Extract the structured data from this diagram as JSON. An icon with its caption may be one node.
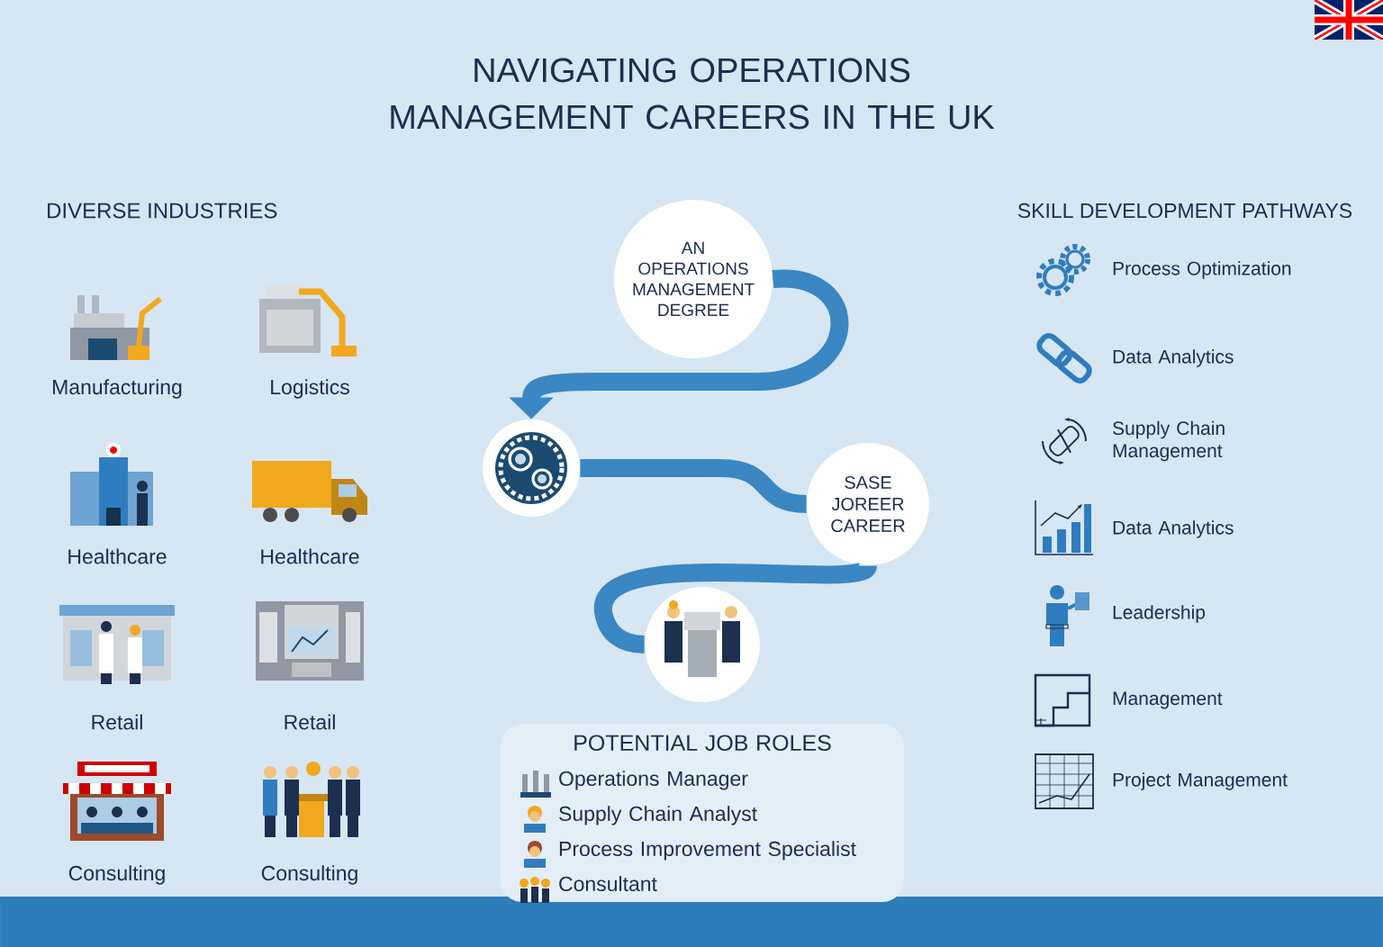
{
  "diagram": {
    "title": "NAVIGATING OPERATIONS MANAGEMENT CAREERS IN THE UK",
    "nodes": [
      {
        "text": [
          "AN OPERATIONS MANAGEMENT DEGREE"
        ]
      },
      {
        "text": [],
        "shape": "picture"
      },
      {
        "text": [
          "SASE JOREER CAREER"
        ]
      },
      {
        "text": [],
        "shape": "picture"
      },
      {
        "text": [
          "POTENTIAL JOB ROLES",
          "Operations Manager",
          "Supply Chain Analyst",
          "Process Improvement Specialist",
          "Consultant"
        ]
      }
    ],
    "edges": [
      {
        "from": 0,
        "to": 1,
        "arrow": "to"
      },
      {
        "from": 1,
        "to": 2,
        "arrow": "none"
      },
      {
        "from": 2,
        "to": 3,
        "arrow": "none"
      }
    ],
    "labels": [
      "DIVERSE INDUSTRIES",
      "Manufacturing",
      "Logistics",
      "Healthcare",
      "Healthcare",
      "Retail",
      "Retail",
      "Consulting",
      "Consulting",
      "SKILL DEVELOPMENT PATHWAYS",
      "Process Optimization",
      "Data Analytics",
      "Supply Chain Management",
      "Data Analytics",
      "Leadership",
      "Management",
      "Project Management"
    ]
  }
}
